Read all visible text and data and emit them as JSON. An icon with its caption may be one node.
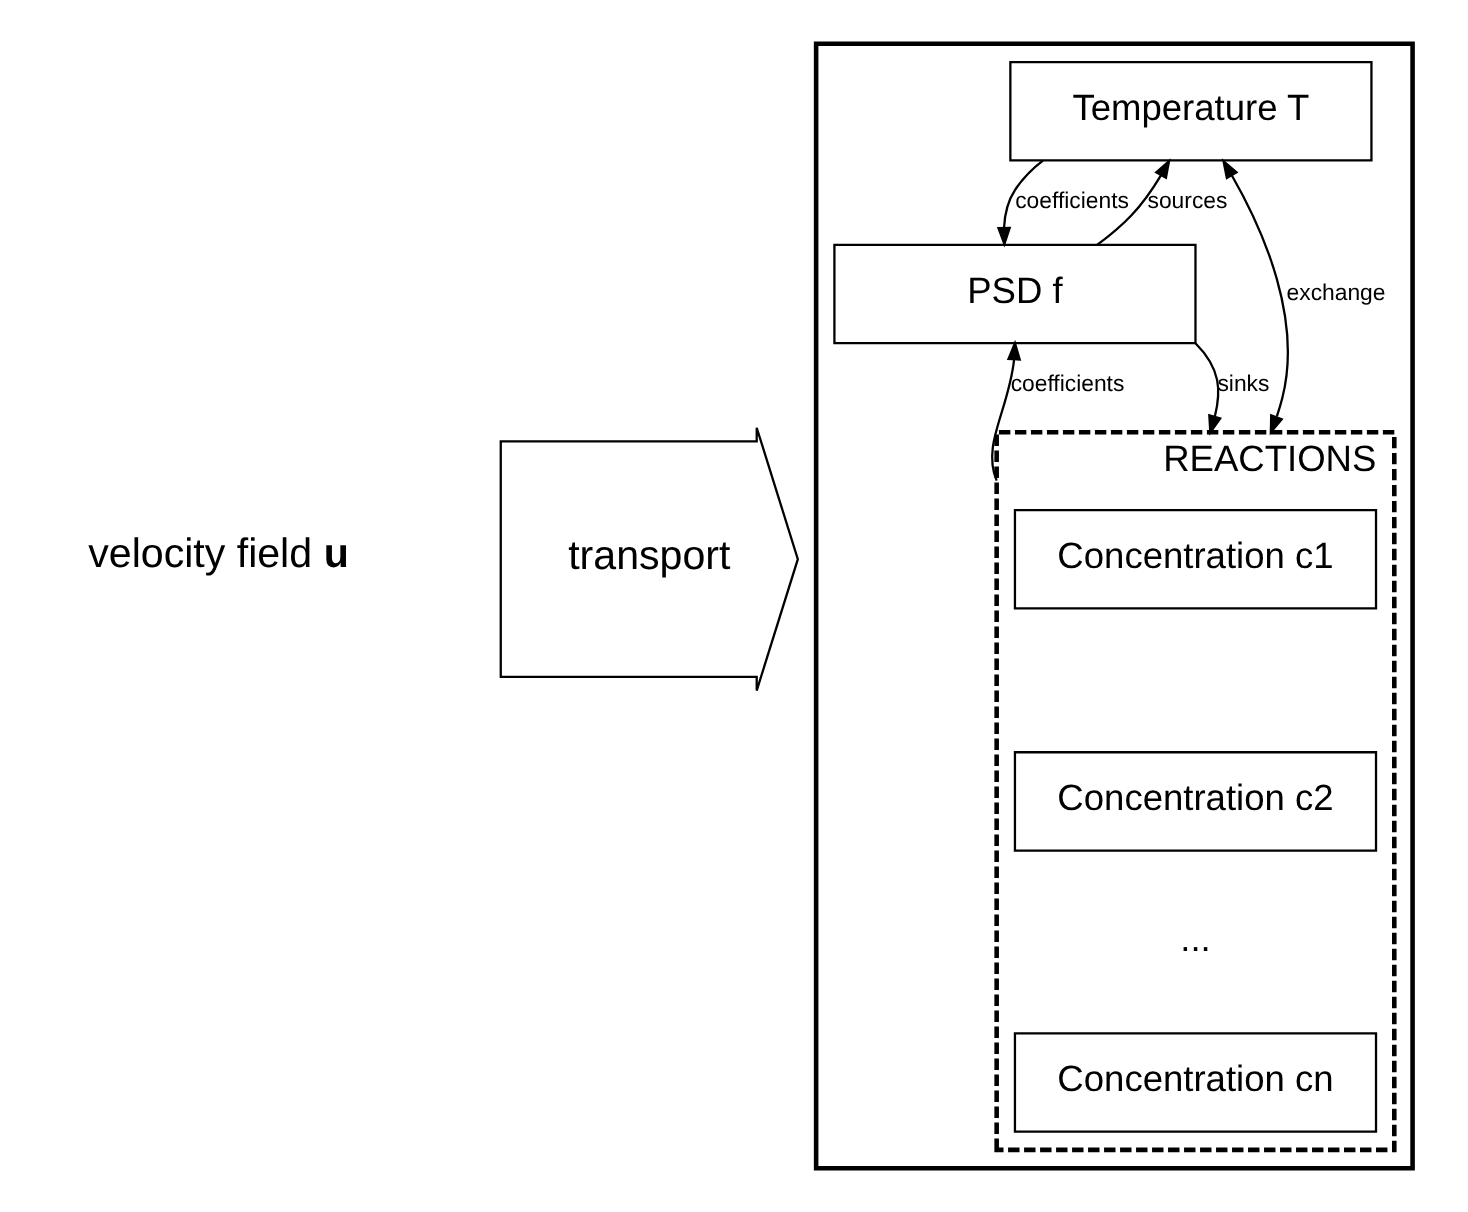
{
  "diagram": {
    "nodes": [
      {
        "text": [],
        "shape": "box"
      },
      {
        "text": [
          "Temperature T"
        ],
        "in": 0
      },
      {
        "text": [
          "PSD f"
        ],
        "in": 0
      },
      {
        "text": [
          "REACTIONS"
        ],
        "in": 0
      },
      {
        "text": [
          "Concentration c1"
        ],
        "in": 3
      },
      {
        "text": [
          "Concentration c2"
        ],
        "in": 3
      },
      {
        "text": [
          "Concentration cn"
        ],
        "in": 3
      },
      {
        "text": [
          "transport"
        ]
      }
    ],
    "edges": [
      {
        "from": 1,
        "to": 2,
        "arrow": "to",
        "label": "coefficients"
      },
      {
        "from": 2,
        "to": 1,
        "arrow": "to",
        "label": "sources"
      },
      {
        "from": 2,
        "to": 3,
        "arrow": "to",
        "label": "sinks"
      },
      {
        "from": 3,
        "to": 2,
        "arrow": "to",
        "label": "coefficients"
      },
      {
        "from": 1,
        "to": 3,
        "arrow": "both",
        "label": "exchange"
      }
    ],
    "labels": [
      "velocity field **u**",
      "..."
    ]
  }
}
